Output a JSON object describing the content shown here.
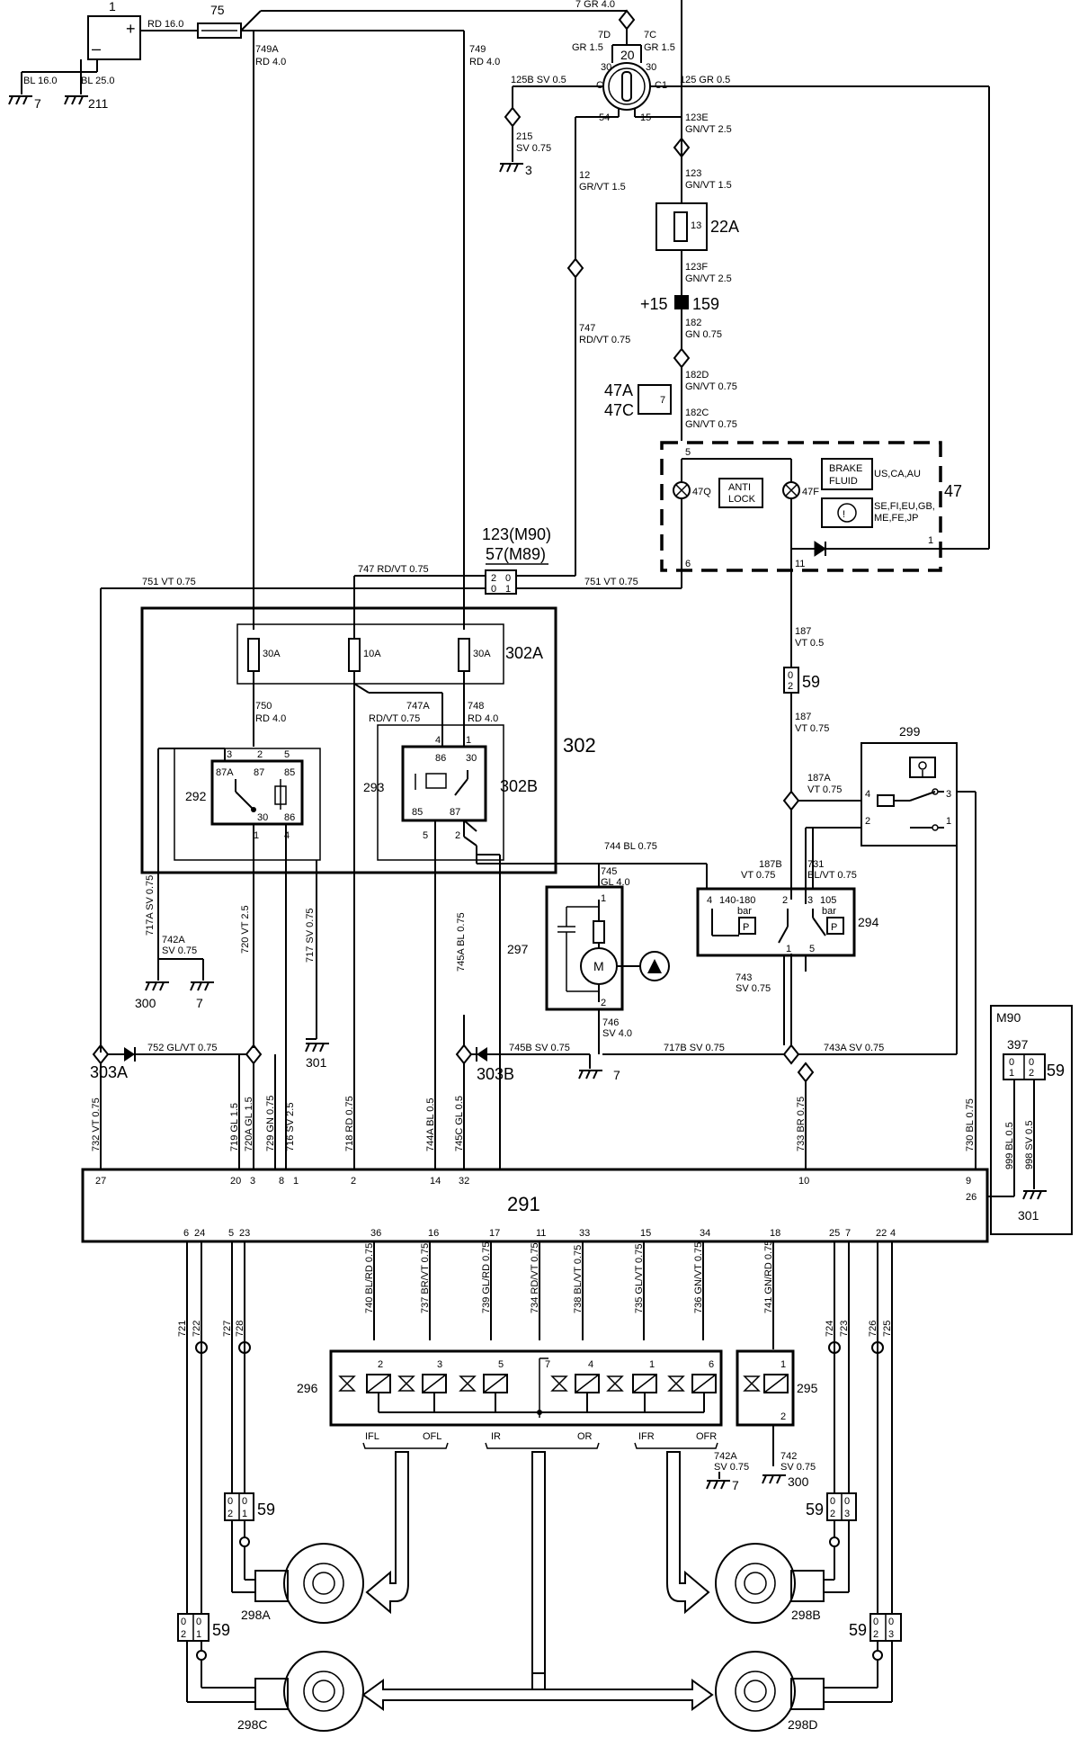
{
  "components": {
    "battery": "1",
    "fuse_main": "75",
    "ignition": "20",
    "fuse_box": "22A",
    "conn_159": "159",
    "plus15": "+15",
    "conn_47a": "47A",
    "conn_47c": "47C",
    "instrument": "47",
    "lamp_47q": "47Q",
    "lamp_47f": "47F",
    "anti_lock": [
      "ANTI",
      "LOCK"
    ],
    "brake_fluid": [
      "BRAKE",
      "FLUID"
    ],
    "markets_1": "US,CA,AU",
    "markets_2": [
      "SE,FI,EU,GB,",
      "ME,FE,JP"
    ],
    "conn_123": "123(M90)",
    "conn_57": "57(M89)",
    "relay_box": "302",
    "fuse_block": "302A",
    "relay_block": "302B",
    "relay_292": "292",
    "relay_293": "293",
    "fuse_30a_left": "30A",
    "fuse_10a": "10A",
    "fuse_30a_right": "30A",
    "switch_299": "299",
    "pressure_switch": "294",
    "pressure_1": [
      "140-180",
      "bar"
    ],
    "pressure_2": [
      "105",
      "bar"
    ],
    "pump": "297",
    "motor": "M",
    "control_unit": "291",
    "valve_block": "296",
    "valve_295": "295",
    "conn_59": "59",
    "conn_397": "397",
    "m90": "M90",
    "splice_303a": "303A",
    "splice_303b": "303B",
    "ground_7": "7",
    "ground_211": "211",
    "ground_3": "3",
    "ground_300": "300",
    "ground_301": "301",
    "sensor_298a": "298A",
    "sensor_298b": "298B",
    "sensor_298c": "298C",
    "sensor_298d": "298D",
    "valve_labels": [
      "IFL",
      "OFL",
      "IR",
      "OR",
      "IFR",
      "OFR"
    ]
  },
  "wires": {
    "rd16": "RD 16.0",
    "bl16": "BL 16.0",
    "bl25": "BL 25.0",
    "gr7": "7 GR 4.0",
    "w7d": [
      "7D",
      "GR 1.5"
    ],
    "w7c": [
      "7C",
      "GR 1.5"
    ],
    "w749a": [
      "749A",
      "RD 4.0"
    ],
    "w749": [
      "749",
      "RD 4.0"
    ],
    "w125b": "125B SV 0.5",
    "w125": "125 GR 0.5",
    "w215": [
      "215",
      "SV 0.75"
    ],
    "w123e": [
      "123E",
      "GN/VT 2.5"
    ],
    "w12": [
      "12",
      "GR/VT 1.5"
    ],
    "w123": [
      "123",
      "GN/VT 1.5"
    ],
    "w123f": [
      "123F",
      "GN/VT 2.5"
    ],
    "w182": [
      "182",
      "GN 0.75"
    ],
    "w747": [
      "747",
      "RD/VT 0.75"
    ],
    "w182d": [
      "182D",
      "GN/VT 0.75"
    ],
    "w182c": [
      "182C",
      "GN/VT 0.75"
    ],
    "w751": "751 VT 0.75",
    "w747top": "747 RD/VT 0.75",
    "w751b": "751 VT 0.75",
    "w187": [
      "187",
      "VT 0.5"
    ],
    "w187b": [
      "187",
      "VT 0.75"
    ],
    "w750": [
      "750",
      "RD 4.0"
    ],
    "w747a": [
      "747A",
      "RD/VT 0.75"
    ],
    "w748": [
      "748",
      "RD 4.0"
    ],
    "w187a": [
      "187A",
      "VT 0.75"
    ],
    "w744": "744 BL 0.75",
    "w745": [
      "745",
      "GL 4.0"
    ],
    "w187bb": [
      "187B",
      "VT 0.75"
    ],
    "w731": [
      "731",
      "BL/VT 0.75"
    ],
    "w743": [
      "743",
      "SV 0.75"
    ],
    "w746": [
      "746",
      "SV 4.0"
    ],
    "w717a": "717A SV 0.75",
    "w742a_top": [
      "742A",
      "SV 0.75"
    ],
    "w720": "720 VT 2.5",
    "w717": "717 SV 0.75",
    "w745a": "745A BL 0.75",
    "w752": "752 GL/VT 0.75",
    "w745b": "745B SV 0.75",
    "w717b": "717B SV 0.75",
    "w743a": "743A SV 0.75",
    "w732": "732 VT 0.75",
    "w719": "719 GL 1.5",
    "w720a": "720A GL 1.5",
    "w729": "729 GN 0.75",
    "w716": "716 SV 2.5",
    "w718": "718 RD 0.75",
    "w744a": "744A BL 0.5",
    "w745c": "745C GL 0.5",
    "w733": "733 BR 0.75",
    "w730": "730 BL 0.75",
    "w999": "999 BL 0.5",
    "w998": "998 SV 0.5",
    "w740": "740 BL/RD 0.75",
    "w737": "737 BR/VT 0.75",
    "w739": "739 GL/RD 0.75",
    "w734": "734 RD/VT 0.75",
    "w738": "738 BL/VT 0.75",
    "w735": "735 GL/VT 0.75",
    "w736": "736 GN/VT 0.75",
    "w741": "741 GN/RD 0.75",
    "w721": "721",
    "w722": "722",
    "w727": "727",
    "w728": "728",
    "w724": "724",
    "w723": "723",
    "w726": "726",
    "w725": "725",
    "w742a_bot": [
      "742A",
      "SV 0.75"
    ],
    "w742_bot": [
      "742",
      "SV 0.75"
    ]
  },
  "pins": {
    "ign_30a": "30",
    "ign_30b": "30",
    "ign_c": "C",
    "ign_c1": "C1",
    "ign_54": "54",
    "ign_15": "15",
    "cu_top": [
      "27",
      "20",
      "3",
      "8",
      "1",
      "2",
      "14",
      "32",
      "10",
      "9"
    ],
    "cu_26": "26",
    "cu_bot": [
      "6",
      "24",
      "5",
      "23",
      "36",
      "16",
      "17",
      "11",
      "33",
      "15",
      "34",
      "18",
      "25",
      "7",
      "22",
      "4"
    ],
    "relay292": [
      "3",
      "87A",
      "87",
      "2",
      "5",
      "85",
      "30",
      "86",
      "1",
      "4"
    ],
    "relay293": [
      "4",
      "86",
      "1",
      "30",
      "85",
      "87",
      "5",
      "2"
    ],
    "sw299": [
      "4",
      "3",
      "2",
      "1"
    ],
    "sw294": [
      "4",
      "2",
      "3",
      "1",
      "5"
    ],
    "pump": [
      "1",
      "2"
    ],
    "i47": [
      "5",
      "6",
      "11",
      "1"
    ],
    "v296": [
      "2",
      "3",
      "5",
      "7",
      "4",
      "1",
      "6"
    ],
    "v295": [
      "1",
      "2"
    ],
    "f22a": "13",
    "i47a": "7"
  }
}
